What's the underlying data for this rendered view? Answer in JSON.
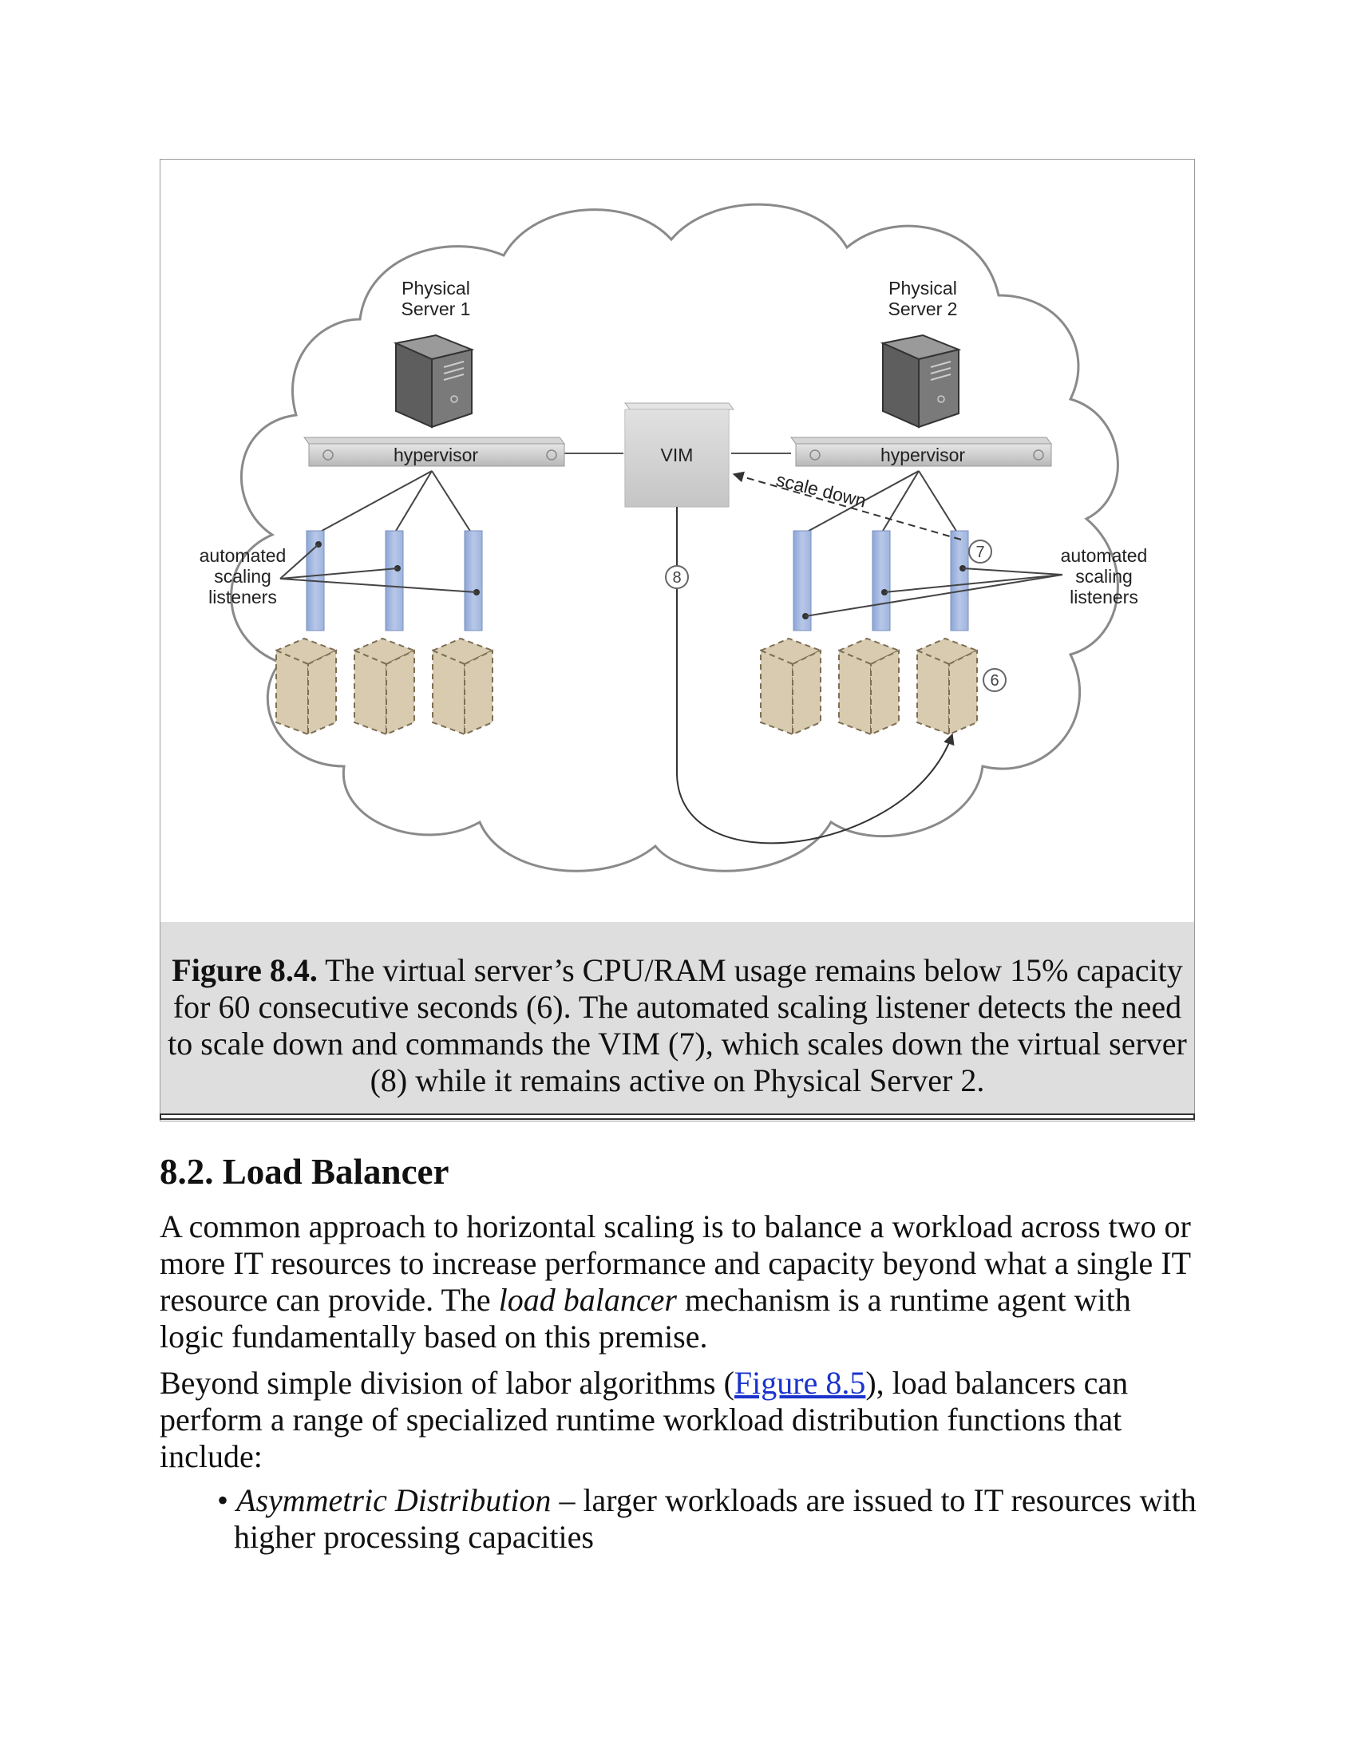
{
  "diagram": {
    "physical_server_1_line1": "Physical",
    "physical_server_1_line2": "Server 1",
    "physical_server_2_line1": "Physical",
    "physical_server_2_line2": "Server 2",
    "hypervisor_left": "hypervisor",
    "hypervisor_right": "hypervisor",
    "vim": "VIM",
    "scale_down": "scale down",
    "listeners_left": [
      "automated",
      "scaling",
      "listeners"
    ],
    "listeners_right": [
      "automated",
      "scaling",
      "listeners"
    ],
    "step_6": "6",
    "step_7": "7",
    "step_8": "8"
  },
  "figure": {
    "label": "Figure 8.4.",
    "caption_text": " The virtual server’s CPU/RAM usage remains below 15% capacity for 60 consecutive seconds (6). The automated scaling listener detects the need to scale down and commands the VIM (7), which scales down the virtual server (8) while it remains active on Physical Server 2."
  },
  "section": {
    "heading": "8.2. Load Balancer"
  },
  "paragraph_1": {
    "before": "A common approach to horizontal scaling is to balance a workload across two or more IT resources to increase performance and capacity beyond what a single IT resource can provide. The ",
    "emphasis": "load balancer",
    "after": " mechanism is a runtime agent with logic fundamentally based on this premise."
  },
  "paragraph_2": {
    "before": "Beyond simple division of labor algorithms (",
    "link": "Figure 8.5",
    "after": "), load balancers can perform a range of specialized runtime workload distribution functions that include:"
  },
  "bullets": [
    {
      "marker": "•",
      "term": "Asymmetric Distribution",
      "line1_rest": " – larger workloads are issued to IT resources with",
      "line2": "higher processing capacities"
    }
  ]
}
